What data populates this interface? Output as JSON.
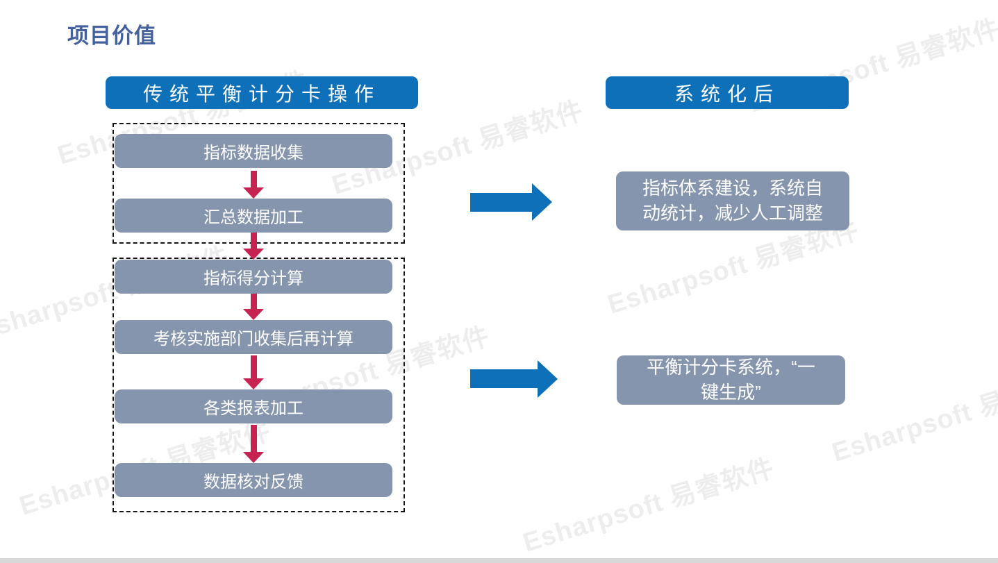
{
  "slide": {
    "title": "项目价值",
    "watermark_text": "Esharpsoft 易睿软件",
    "colors": {
      "title_blue": "#44619e",
      "header_blue": "#0d70b8",
      "box_gray_blue": "#8595ae",
      "arrow_red": "#c72351",
      "bottom_strip_gray": "#d8d8d8"
    },
    "left_column": {
      "header": "传统平衡计分卡操作",
      "group1_steps": [
        "指标数据收集",
        "汇总数据加工"
      ],
      "group2_steps": [
        "指标得分计算",
        "考核实施部门收集后再计算",
        "各类报表加工",
        "数据核对反馈"
      ]
    },
    "right_column": {
      "header": "系统化后",
      "result1": {
        "line1": "指标体系建设，系统自",
        "line2": "动统计，减少人工调整"
      },
      "result2": {
        "line1": "平衡计分卡系统，“一",
        "line2": "键生成”"
      }
    }
  }
}
